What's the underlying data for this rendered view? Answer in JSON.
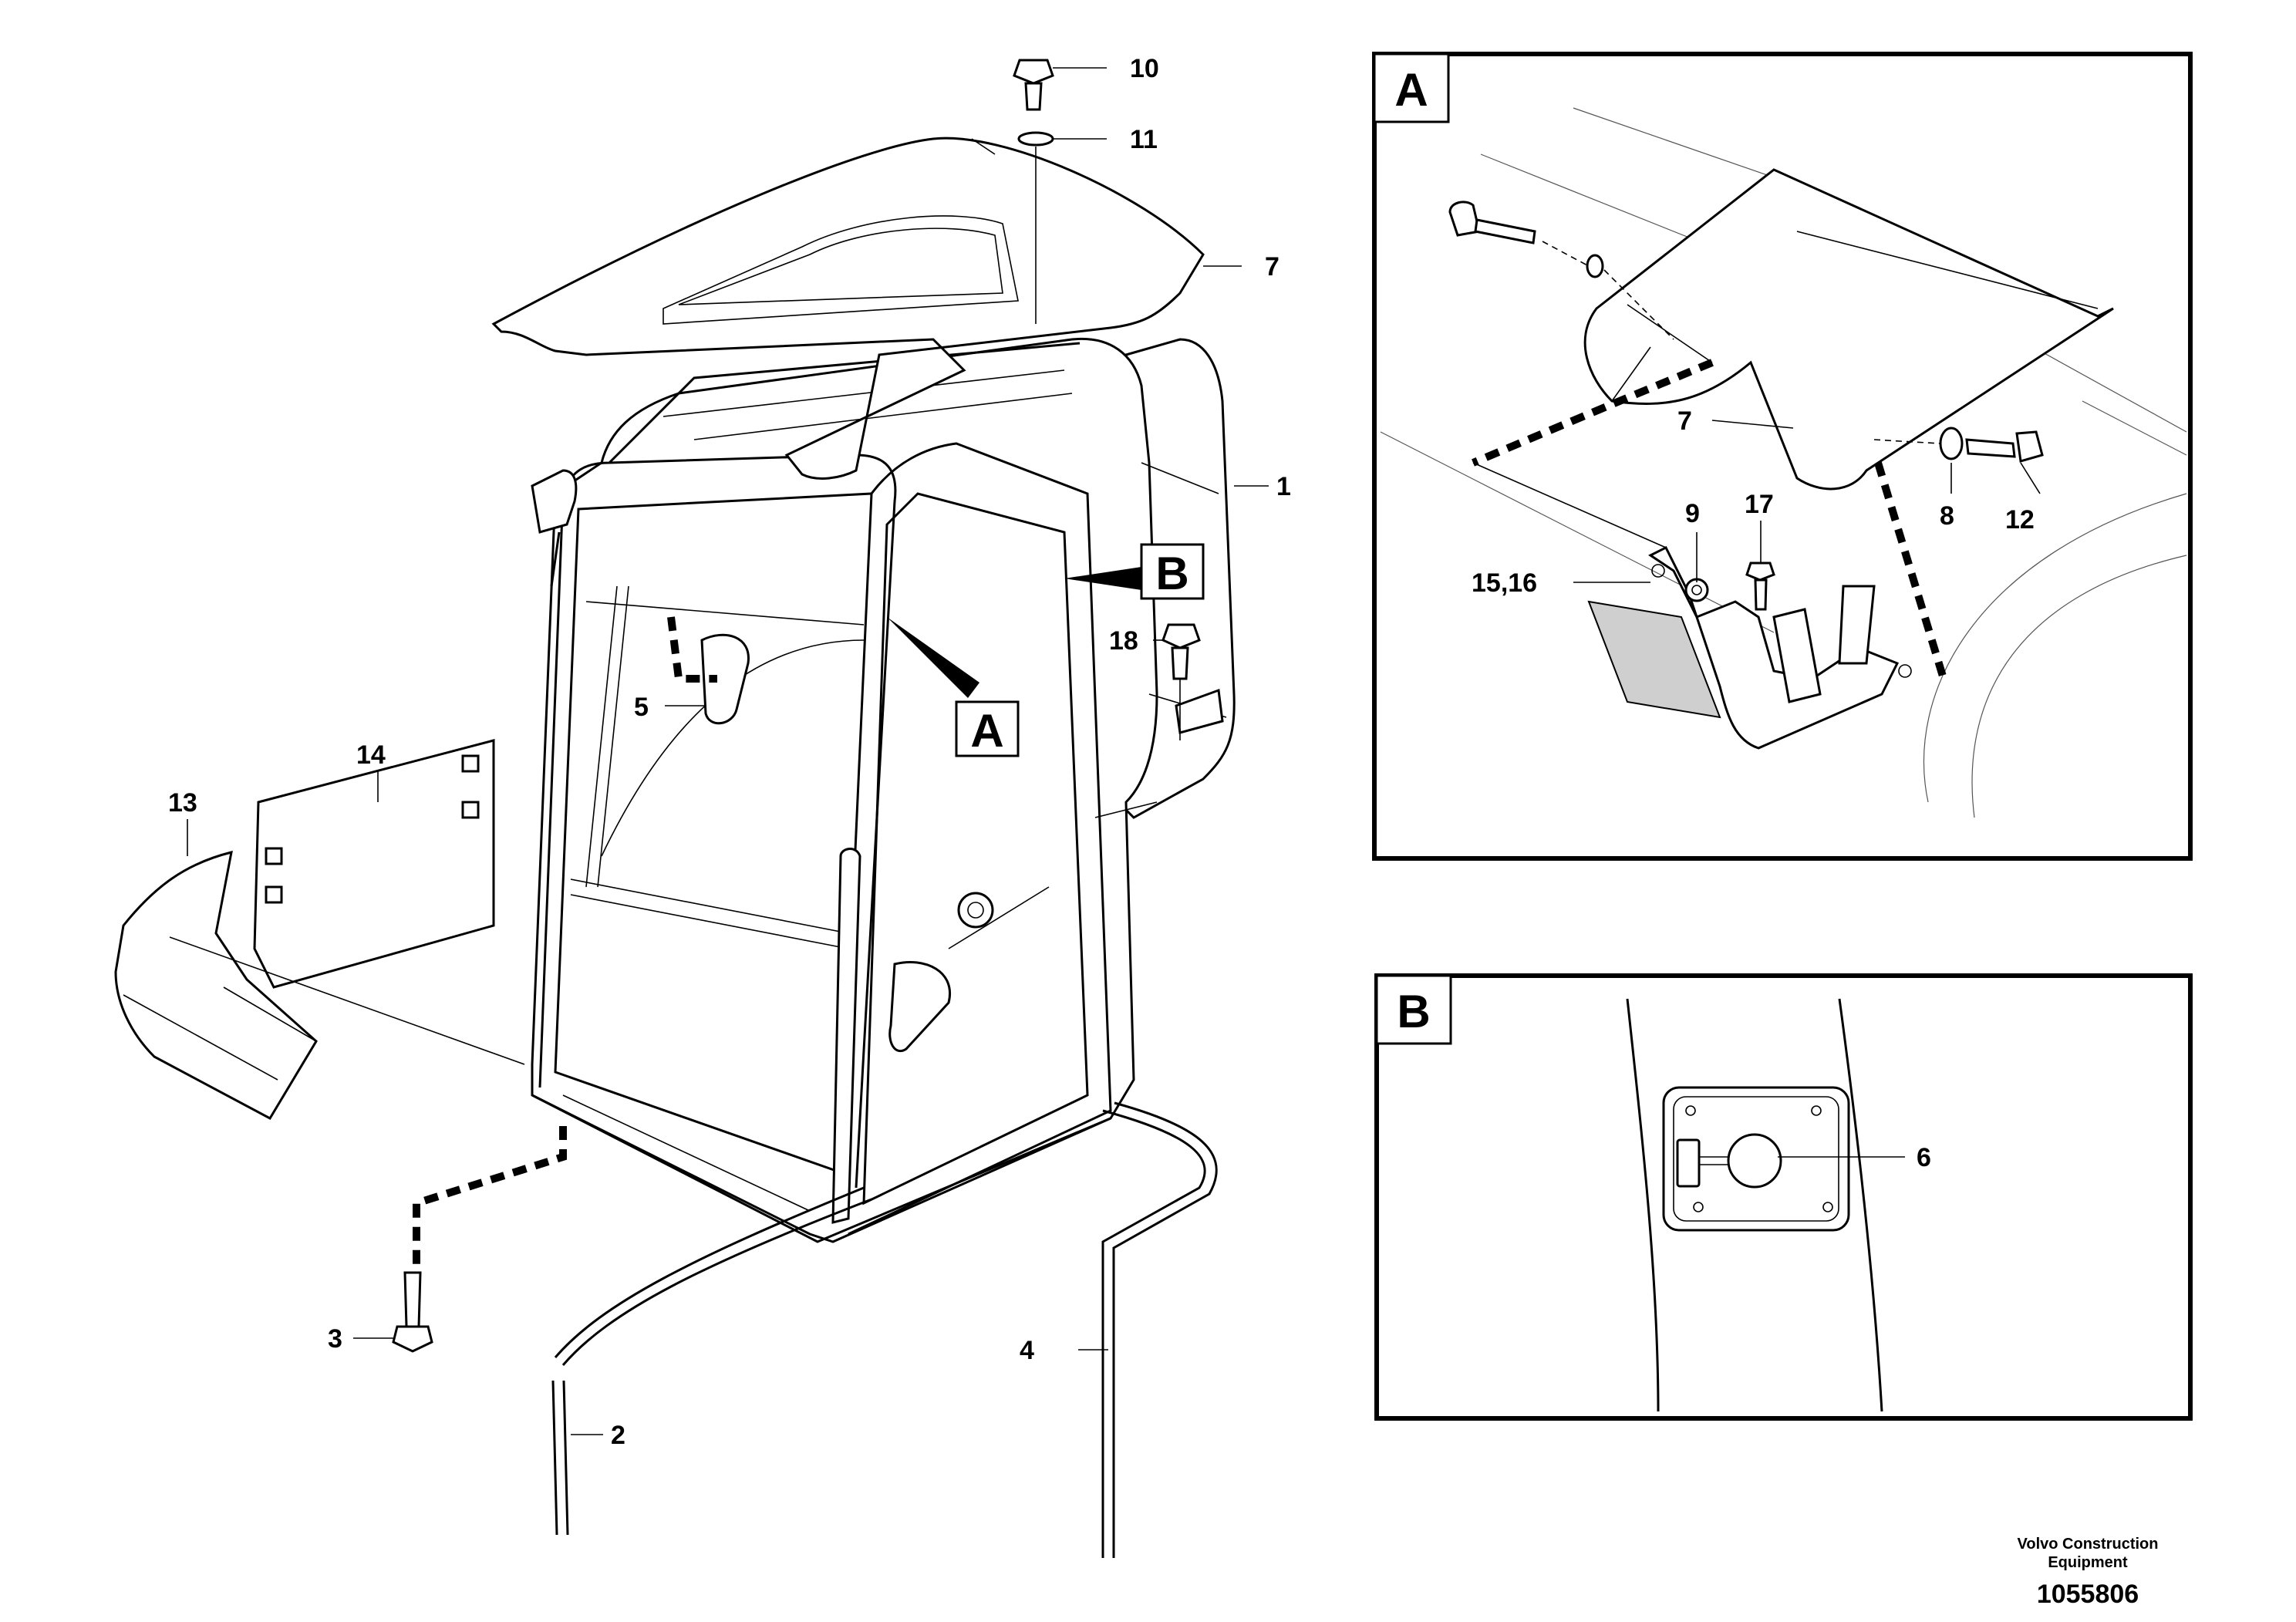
{
  "callouts": {
    "c1": "1",
    "c2": "2",
    "c3": "3",
    "c4": "4",
    "c5": "5",
    "c7": "7",
    "c10": "10",
    "c11": "11",
    "c13": "13",
    "c14": "14",
    "c18": "18",
    "a7": "7",
    "a8": "8",
    "a9": "9",
    "a12": "12",
    "a15": "15,16",
    "a17": "17",
    "b6": "6"
  },
  "detail_refs": {
    "ref_a": "A",
    "ref_b": "B"
  },
  "details": {
    "a_label": "A",
    "b_label": "B"
  },
  "footer": {
    "company": "Volvo Construction Equipment",
    "doc_number": "1055806"
  }
}
